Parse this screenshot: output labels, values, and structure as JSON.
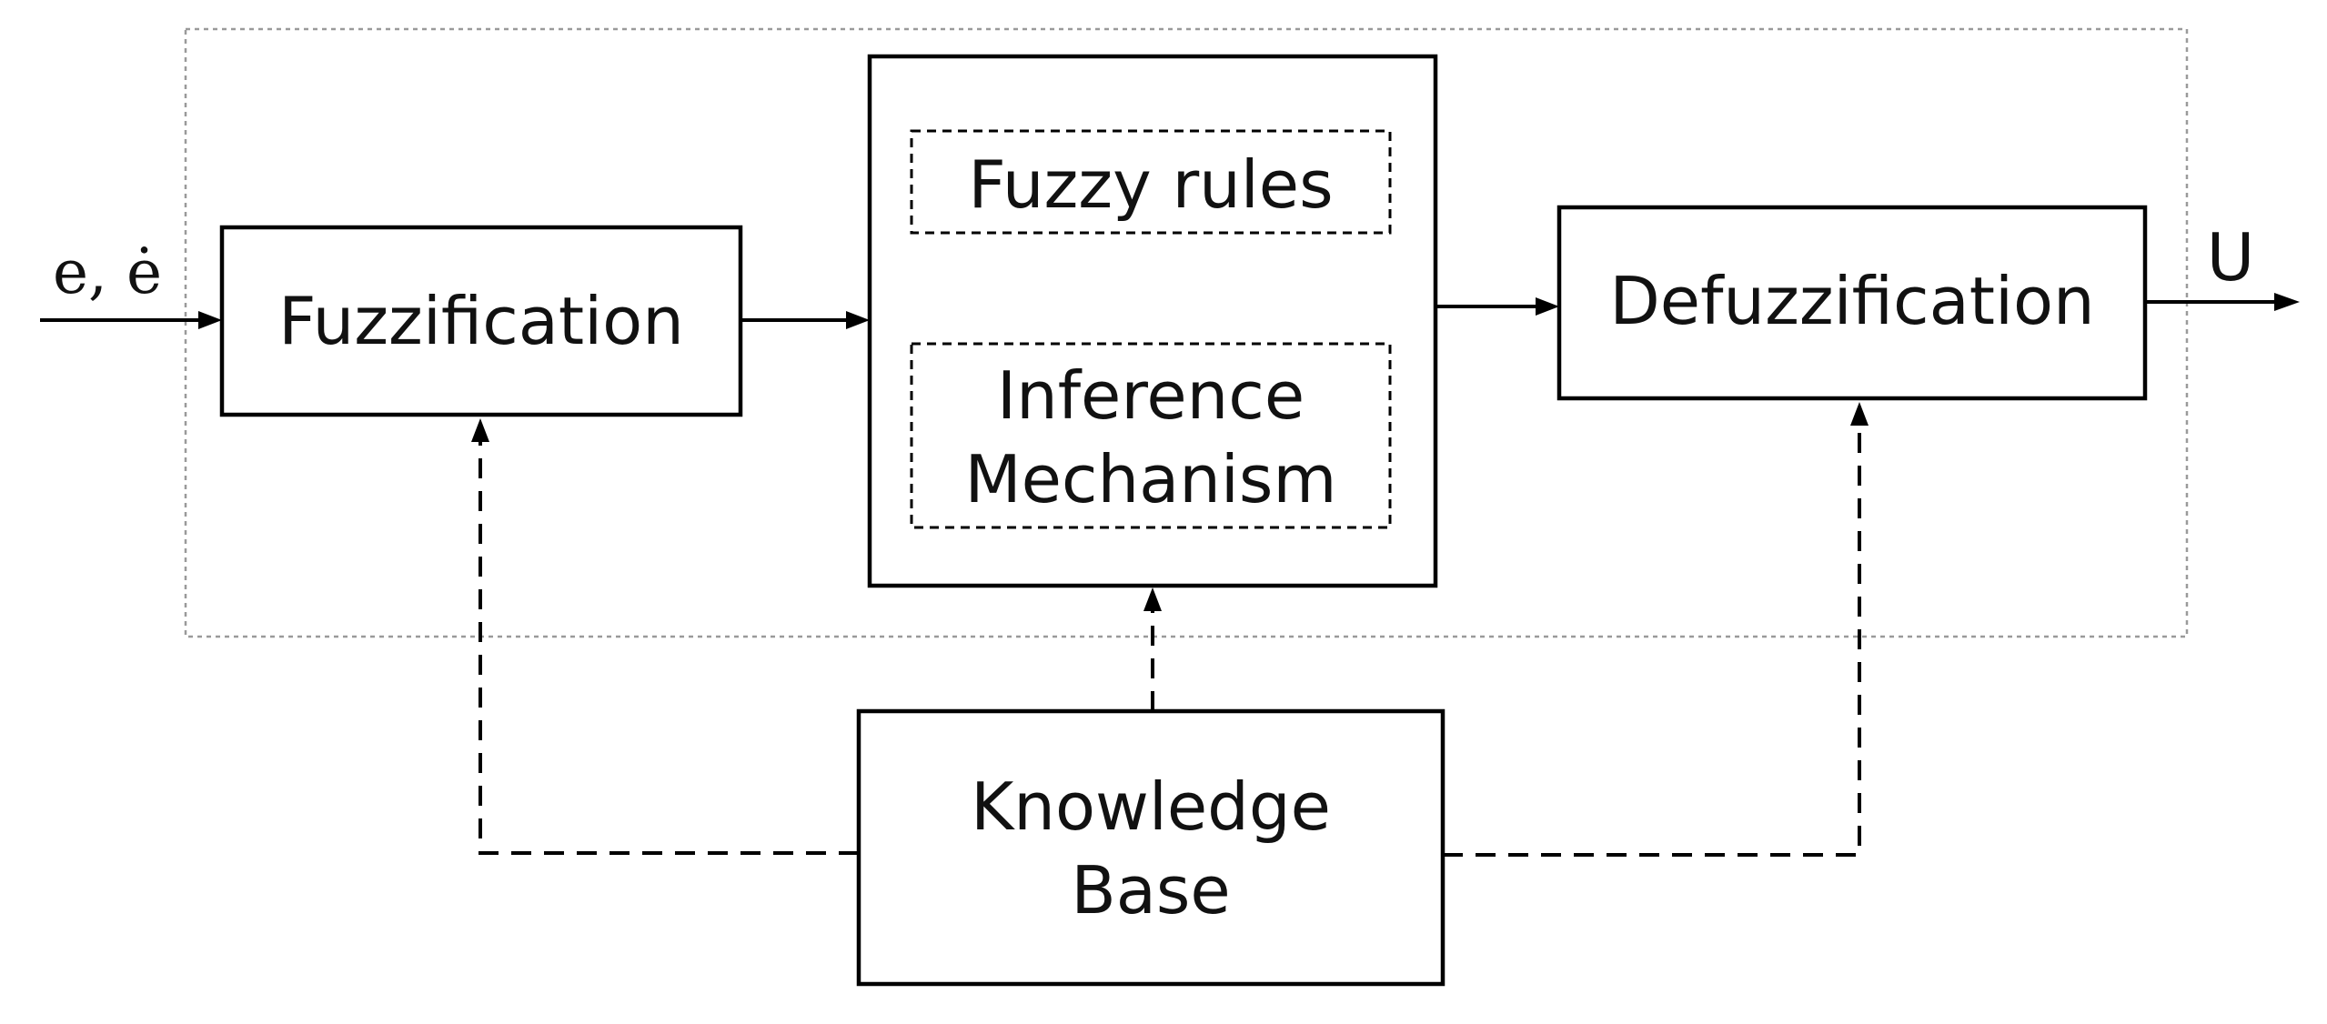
{
  "diagram": {
    "input_label": "e, ė",
    "output_label": "U",
    "fuzzification": "Fuzzification",
    "fuzzy_rules": "Fuzzy rules",
    "inference_line1": "Inference",
    "inference_line2": "Mechanism",
    "defuzzification": "Defuzzification",
    "knowledge_line1": "Knowledge",
    "knowledge_line2": "Base"
  }
}
